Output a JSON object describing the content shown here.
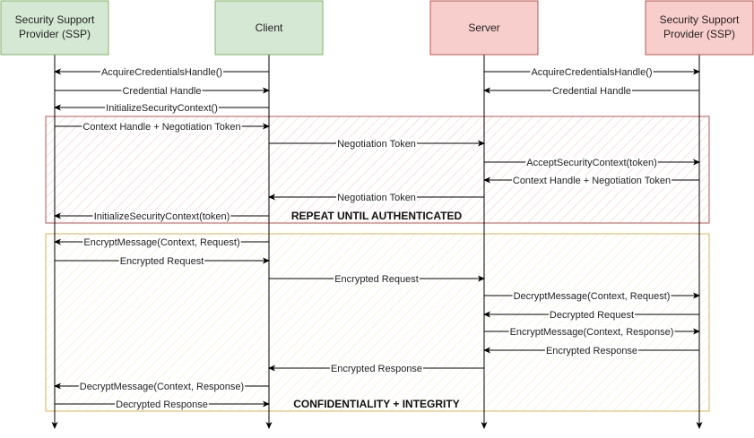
{
  "participants": [
    {
      "id": "ssp_client",
      "line1": "Security Support",
      "line2": "Provider (SSP)",
      "fill": "#d5e8d4",
      "stroke": "#82b366"
    },
    {
      "id": "client",
      "line1": "Client",
      "line2": "",
      "fill": "#d5e8d4",
      "stroke": "#82b366"
    },
    {
      "id": "server",
      "line1": "Server",
      "line2": "",
      "fill": "#f8cecc",
      "stroke": "#b85450"
    },
    {
      "id": "ssp_server",
      "line1": "Security Support",
      "line2": "Provider (SSP)",
      "fill": "#f8cecc",
      "stroke": "#b85450"
    }
  ],
  "messages": [
    {
      "from": "client",
      "to": "ssp_client",
      "label": "AcquireCredentialsHandle()"
    },
    {
      "from": "server",
      "to": "ssp_server",
      "label": "AcquireCredentialsHandle()"
    },
    {
      "from": "ssp_client",
      "to": "client",
      "label": "Credential Handle"
    },
    {
      "from": "ssp_server",
      "to": "server",
      "label": "Credential Handle"
    },
    {
      "from": "client",
      "to": "ssp_client",
      "label": "InitializeSecurityContext()"
    },
    {
      "from": "ssp_client",
      "to": "client",
      "label": "Context Handle + Negotiation Token"
    },
    {
      "from": "client",
      "to": "server",
      "label": "Negotiation Token"
    },
    {
      "from": "server",
      "to": "ssp_server",
      "label": "AcceptSecurityContext(token)"
    },
    {
      "from": "ssp_server",
      "to": "server",
      "label": "Context Handle + Negotiation Token"
    },
    {
      "from": "server",
      "to": "client",
      "label": "Negotiation Token"
    },
    {
      "from": "client",
      "to": "ssp_client",
      "label": "InitializeSecurityContext(token)"
    },
    {
      "from": "client",
      "to": "ssp_client",
      "label": "EncryptMessage(Context, Request)"
    },
    {
      "from": "ssp_client",
      "to": "client",
      "label": "Encrypted Request"
    },
    {
      "from": "client",
      "to": "server",
      "label": "Encrypted Request"
    },
    {
      "from": "server",
      "to": "ssp_server",
      "label": "DecryptMessage(Context, Request)"
    },
    {
      "from": "ssp_server",
      "to": "server",
      "label": "Decrypted Request"
    },
    {
      "from": "server",
      "to": "ssp_server",
      "label": "EncryptMessage(Context, Response)"
    },
    {
      "from": "ssp_server",
      "to": "server",
      "label": "Encrypted Response"
    },
    {
      "from": "server",
      "to": "client",
      "label": "Encrypted Response"
    },
    {
      "from": "client",
      "to": "ssp_client",
      "label": "DecryptMessage(Context, Response)"
    },
    {
      "from": "ssp_client",
      "to": "client",
      "label": "Decrypted Response"
    }
  ],
  "fragments": [
    {
      "id": "repeat",
      "label": "REPEAT UNTIL AUTHENTICATED",
      "stroke": "#b85450",
      "hatch": "#f0c8c6"
    },
    {
      "id": "confidentiality",
      "label": "CONFIDENTIALITY + INTEGRITY",
      "stroke": "#d6b656",
      "hatch": "#f2e8c4"
    }
  ]
}
